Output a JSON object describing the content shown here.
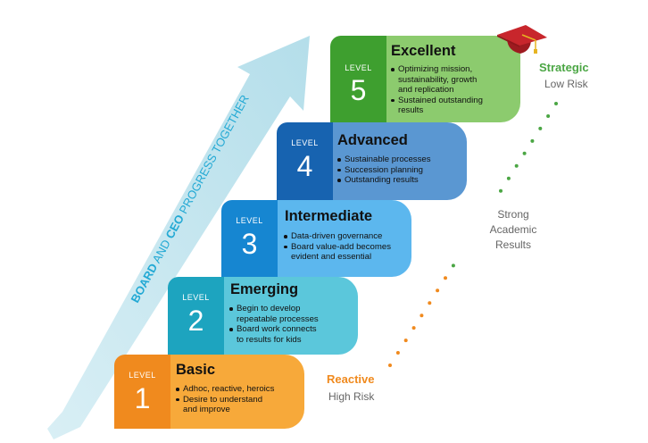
{
  "arrow": {
    "parts": [
      "BOARD",
      " AND ",
      "CEO",
      " PROGRESS TOGETHER"
    ]
  },
  "levels": [
    {
      "level_label": "LEVEL",
      "number": "1",
      "title": "Basic",
      "bullets": [
        "Adhoc, reactive, heroics",
        "Desire to understand",
        "and improve"
      ],
      "tile_color": "#F08A1E",
      "panel_color": "#F7A93A"
    },
    {
      "level_label": "LEVEL",
      "number": "2",
      "title": "Emerging",
      "bullets": [
        "Begin to develop",
        "repeatable processes",
        "Board work connects",
        "to results for kids"
      ],
      "tile_color": "#1DA4BF",
      "panel_color": "#5BC7DB"
    },
    {
      "level_label": "LEVEL",
      "number": "3",
      "title": "Intermediate",
      "bullets": [
        "Data-driven governance",
        "Board value-add becomes",
        "evident and essential"
      ],
      "tile_color": "#1686D1",
      "panel_color": "#5CB7EE"
    },
    {
      "level_label": "LEVEL",
      "number": "4",
      "title": "Advanced",
      "bullets": [
        "Sustainable processes",
        "Succession planning",
        "Outstanding results"
      ],
      "tile_color": "#1763B0",
      "panel_color": "#5A97D2"
    },
    {
      "level_label": "LEVEL",
      "number": "5",
      "title": "Excellent",
      "bullets": [
        "Optimizing mission,",
        "sustainability, growth",
        "and replication",
        "Sustained outstanding",
        "results"
      ],
      "tile_color": "#3E9F2F",
      "panel_color": "#8CCB6E"
    }
  ],
  "scale": {
    "top_bold": "Strategic",
    "top_sub": "Low Risk",
    "mid_lines": [
      "Strong",
      "Academic",
      "Results"
    ],
    "bottom_bold": "Reactive",
    "bottom_sub": "High Risk"
  },
  "colors": {
    "arrow": "#BFE3EC",
    "arrow_text": "#23A9D4",
    "strategic": "#4BA644",
    "reactive": "#F08A1E",
    "sub_text": "#666666",
    "cap": "#C8262C",
    "cap_tassel": "#E6B422"
  }
}
